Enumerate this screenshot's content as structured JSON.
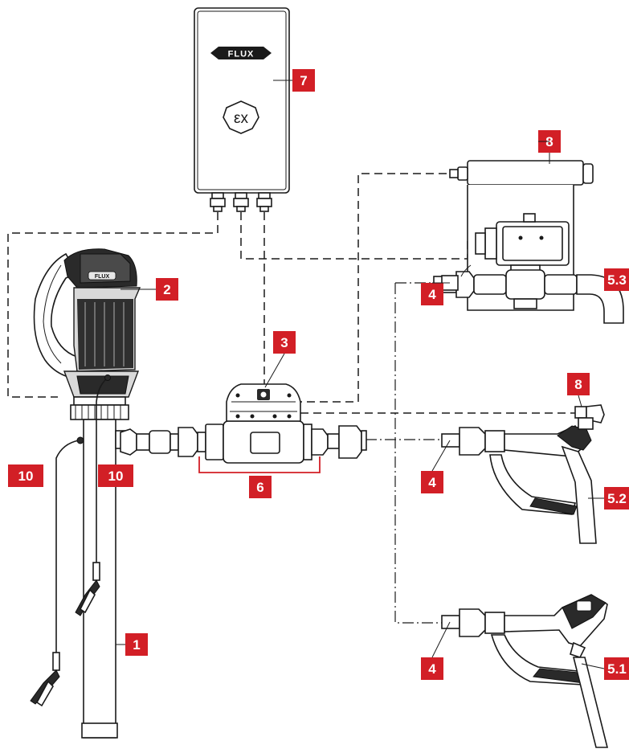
{
  "colors": {
    "label_bg": "#d21f26",
    "label_text": "#ffffff",
    "line": "#1a1a1a"
  },
  "control_box": {
    "logo": "FLUX",
    "ex_mark": "εx"
  },
  "motor": {
    "badge": "FLUX"
  },
  "labels": {
    "l1": "1",
    "l2": "2",
    "l3": "3",
    "l4a": "4",
    "l4b": "4",
    "l4c": "4",
    "l51": "5.1",
    "l52": "5.2",
    "l53": "5.3",
    "l6": "6",
    "l7": "7",
    "l8a": "8",
    "l8b": "8",
    "l10a": "10",
    "l10b": "10"
  }
}
